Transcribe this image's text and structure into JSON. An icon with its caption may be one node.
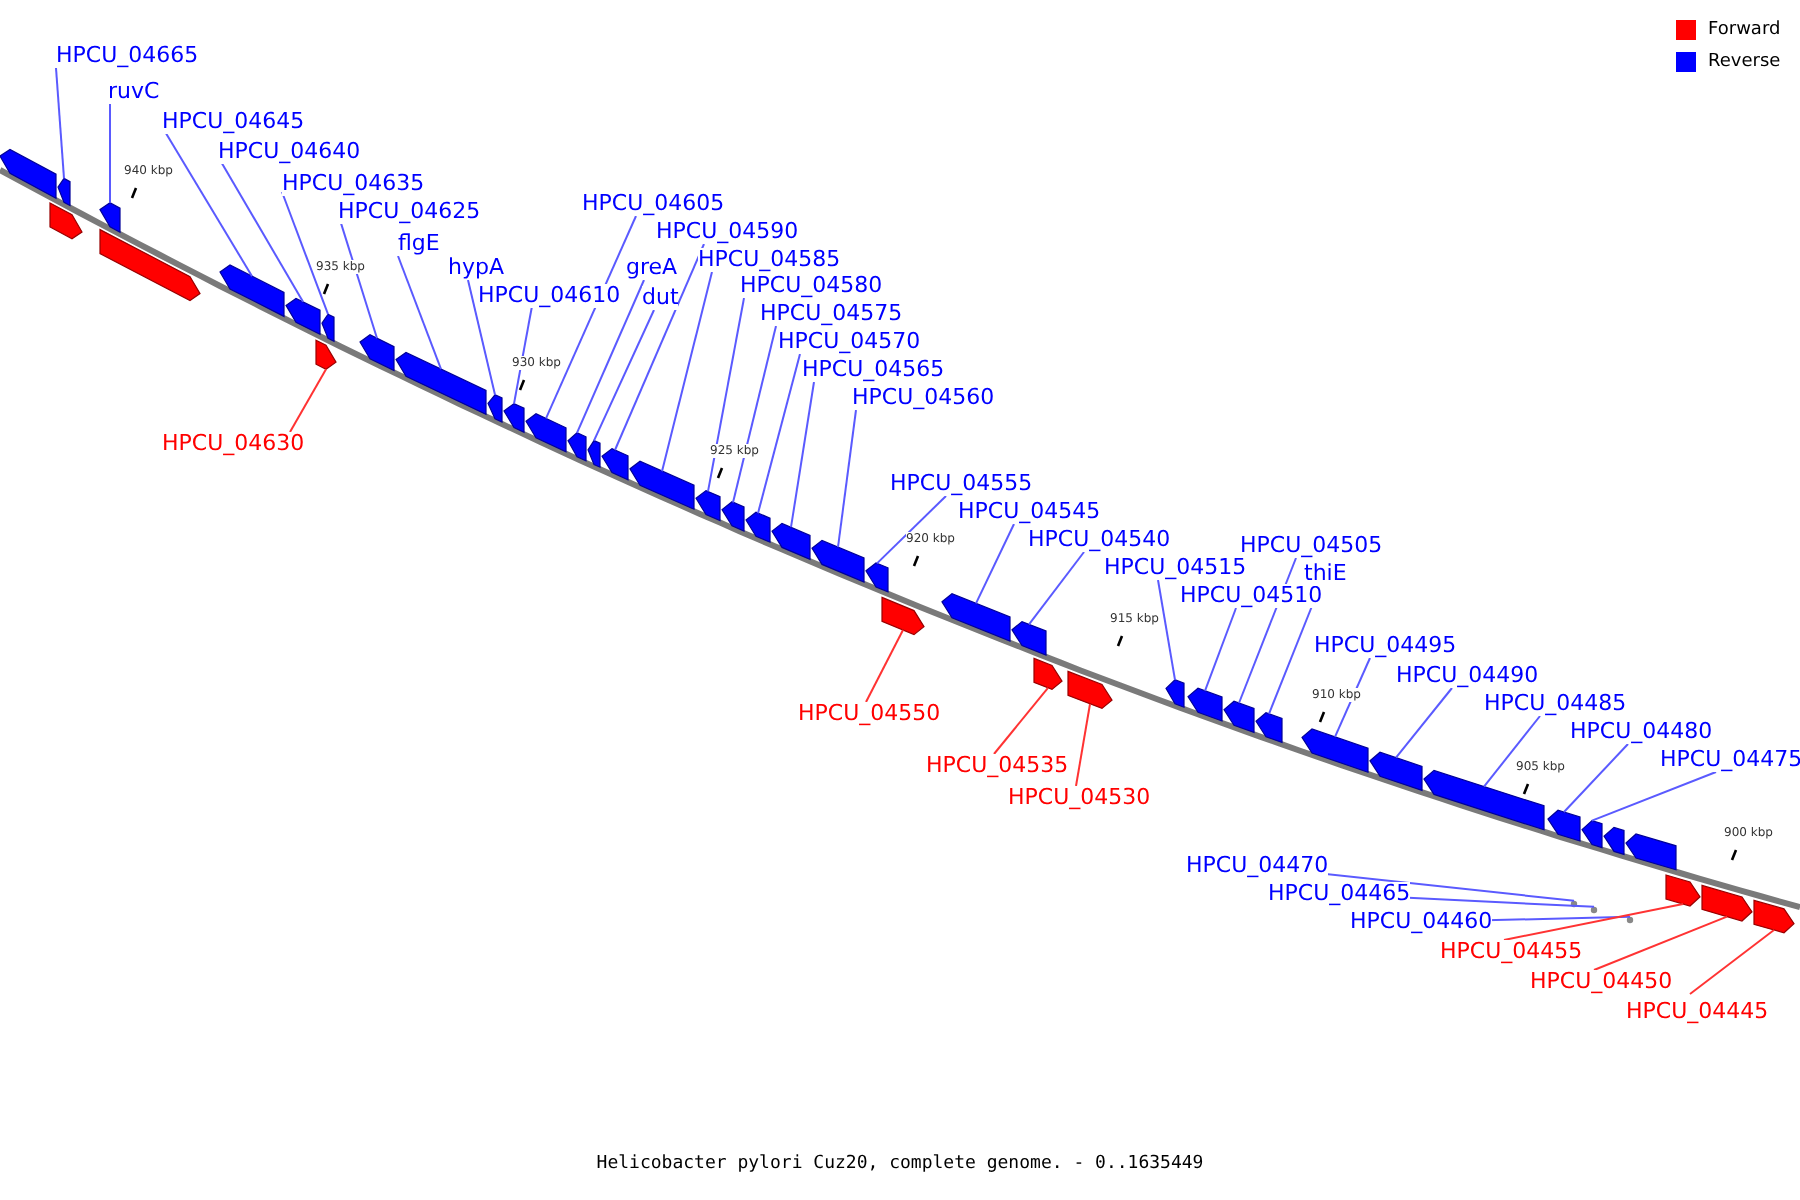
{
  "diagram": {
    "caption": "Helicobacter pylori Cuz20, complete genome. - 0..1635449",
    "nodes": [
      {
        "text": [
          "HPCU_04665"
        ]
      },
      {
        "text": [
          "ruvC"
        ]
      },
      {
        "text": [
          "HPCU_04645"
        ]
      },
      {
        "text": [
          "HPCU_04640"
        ]
      },
      {
        "text": [
          "HPCU_04635"
        ]
      },
      {
        "text": [
          "HPCU_04630"
        ]
      },
      {
        "text": [
          "HPCU_04625"
        ]
      },
      {
        "text": [
          "flgE"
        ]
      },
      {
        "text": [
          "hypA"
        ]
      },
      {
        "text": [
          "HPCU_04610"
        ]
      },
      {
        "text": [
          "HPCU_04605"
        ]
      },
      {
        "text": [
          "greA"
        ]
      },
      {
        "text": [
          "dut"
        ]
      },
      {
        "text": [
          "HPCU_04590"
        ]
      },
      {
        "text": [
          "HPCU_04585"
        ]
      },
      {
        "text": [
          "HPCU_04580"
        ]
      },
      {
        "text": [
          "HPCU_04575"
        ]
      },
      {
        "text": [
          "HPCU_04570"
        ]
      },
      {
        "text": [
          "HPCU_04565"
        ]
      },
      {
        "text": [
          "HPCU_04560"
        ]
      },
      {
        "text": [
          "HPCU_04555"
        ]
      },
      {
        "text": [
          "HPCU_04550"
        ]
      },
      {
        "text": [
          "HPCU_04545"
        ]
      },
      {
        "text": [
          "HPCU_04540"
        ]
      },
      {
        "text": [
          "HPCU_04535"
        ]
      },
      {
        "text": [
          "HPCU_04530"
        ]
      },
      {
        "text": [
          "HPCU_04515"
        ]
      },
      {
        "text": [
          "HPCU_04510"
        ]
      },
      {
        "text": [
          "HPCU_04505"
        ]
      },
      {
        "text": [
          "thiE"
        ]
      },
      {
        "text": [
          "HPCU_04495"
        ]
      },
      {
        "text": [
          "HPCU_04490"
        ]
      },
      {
        "text": [
          "HPCU_04485"
        ]
      },
      {
        "text": [
          "HPCU_04480"
        ]
      },
      {
        "text": [
          "HPCU_04475"
        ]
      },
      {
        "text": [
          "HPCU_04470"
        ]
      },
      {
        "text": [
          "HPCU_04465"
        ]
      },
      {
        "text": [
          "HPCU_04460"
        ]
      },
      {
        "text": [
          "HPCU_04455"
        ]
      },
      {
        "text": [
          "HPCU_04450"
        ]
      },
      {
        "text": [
          "HPCU_04445"
        ]
      },
      {
        "text": [],
        "shape": "bar"
      },
      {
        "text": [],
        "shape": "bar"
      },
      {
        "text": [],
        "shape": "bar"
      },
      {
        "text": [],
        "shape": "bar"
      },
      {
        "text": [],
        "shape": "bar"
      },
      {
        "text": [],
        "shape": "bar"
      },
      {
        "text": [],
        "shape": "bar"
      },
      {
        "text": [],
        "shape": "bar"
      },
      {
        "text": [],
        "shape": "bar"
      },
      {
        "text": [],
        "shape": "bar"
      },
      {
        "text": [],
        "shape": "bar"
      },
      {
        "text": [],
        "shape": "bar"
      },
      {
        "text": [],
        "shape": "bar"
      },
      {
        "text": [],
        "shape": "bar"
      },
      {
        "text": [],
        "shape": "bar"
      },
      {
        "text": [],
        "shape": "bar"
      },
      {
        "text": [],
        "shape": "bar"
      },
      {
        "text": [],
        "shape": "bar"
      },
      {
        "text": [],
        "shape": "bar"
      },
      {
        "text": [],
        "shape": "bar"
      },
      {
        "text": [],
        "shape": "bar"
      },
      {
        "text": [],
        "shape": "bar"
      },
      {
        "text": [],
        "shape": "bar"
      },
      {
        "text": [],
        "shape": "bar"
      },
      {
        "text": [],
        "shape": "bar"
      },
      {
        "text": [],
        "shape": "bar"
      },
      {
        "text": [],
        "shape": "bar"
      },
      {
        "text": [],
        "shape": "bar"
      },
      {
        "text": [],
        "shape": "bar"
      },
      {
        "text": [],
        "shape": "bar"
      },
      {
        "text": [],
        "shape": "bar"
      },
      {
        "text": [],
        "shape": "bar"
      },
      {
        "text": [],
        "shape": "bar"
      },
      {
        "text": [],
        "shape": "bar"
      },
      {
        "text": [],
        "shape": "bar"
      },
      {
        "text": [],
        "shape": "circle"
      },
      {
        "text": [],
        "shape": "circle"
      },
      {
        "text": [],
        "shape": "circle"
      },
      {
        "text": [],
        "shape": "bar"
      },
      {
        "text": [],
        "shape": "bar"
      },
      {
        "text": [],
        "shape": "bar"
      },
      {
        "text": [],
        "shape": "bar"
      },
      {
        "text": [],
        "shape": "bar"
      },
      {
        "text": [],
        "shape": "bar"
      },
      {
        "text": [],
        "shape": "bar"
      },
      {
        "text": [],
        "shape": "bar"
      }
    ],
    "edges": [
      {
        "from": 0,
        "to": 41,
        "arrow": "none"
      },
      {
        "from": 1,
        "to": 42,
        "arrow": "none"
      },
      {
        "from": 2,
        "to": 43,
        "arrow": "none"
      },
      {
        "from": 3,
        "to": 44,
        "arrow": "none"
      },
      {
        "from": 4,
        "to": 45,
        "arrow": "none"
      },
      {
        "from": 5,
        "to": 46,
        "arrow": "none",
        "color": "#ff3333"
      },
      {
        "from": 6,
        "to": 47,
        "arrow": "none"
      },
      {
        "from": 7,
        "to": 48,
        "arrow": "none"
      },
      {
        "from": 8,
        "to": 49,
        "arrow": "none"
      },
      {
        "from": 9,
        "to": 50,
        "arrow": "none"
      },
      {
        "from": 10,
        "to": 51,
        "arrow": "none"
      },
      {
        "from": 11,
        "to": 52,
        "arrow": "none"
      },
      {
        "from": 12,
        "to": 53,
        "arrow": "none"
      },
      {
        "from": 13,
        "to": 54,
        "arrow": "none"
      },
      {
        "from": 14,
        "to": 55,
        "arrow": "none"
      },
      {
        "from": 15,
        "to": 56,
        "arrow": "none"
      },
      {
        "from": 16,
        "to": 57,
        "arrow": "none"
      },
      {
        "from": 17,
        "to": 58,
        "arrow": "none"
      },
      {
        "from": 18,
        "to": 59,
        "arrow": "none"
      },
      {
        "from": 19,
        "to": 60,
        "arrow": "none"
      },
      {
        "from": 20,
        "to": 61,
        "arrow": "none"
      },
      {
        "from": 21,
        "to": 62,
        "arrow": "none",
        "color": "#ff3333"
      },
      {
        "from": 22,
        "to": 63,
        "arrow": "none"
      },
      {
        "from": 23,
        "to": 64,
        "arrow": "none"
      },
      {
        "from": 24,
        "to": 65,
        "arrow": "none",
        "color": "#ff3333"
      },
      {
        "from": 25,
        "to": 66,
        "arrow": "none",
        "color": "#ff3333"
      },
      {
        "from": 26,
        "to": 67,
        "arrow": "none"
      },
      {
        "from": 27,
        "to": 68,
        "arrow": "none"
      },
      {
        "from": 28,
        "to": 69,
        "arrow": "none"
      },
      {
        "from": 29,
        "to": 70,
        "arrow": "none"
      },
      {
        "from": 30,
        "to": 71,
        "arrow": "none"
      },
      {
        "from": 31,
        "to": 72,
        "arrow": "none"
      },
      {
        "from": 32,
        "to": 73,
        "arrow": "none"
      },
      {
        "from": 33,
        "to": 74,
        "arrow": "none"
      },
      {
        "from": 34,
        "to": 75,
        "arrow": "none"
      },
      {
        "from": 35,
        "to": 76,
        "arrow": "none"
      },
      {
        "from": 36,
        "to": 77,
        "arrow": "none"
      },
      {
        "from": 37,
        "to": 78,
        "arrow": "none"
      },
      {
        "from": 38,
        "to": 79,
        "arrow": "none",
        "color": "#ff3333"
      },
      {
        "from": 39,
        "to": 80,
        "arrow": "none",
        "color": "#ff3333"
      },
      {
        "from": 40,
        "to": 81,
        "arrow": "none",
        "color": "#ff3333"
      }
    ],
    "labels": [
      "940 kbp",
      "935 kbp",
      "930 kbp",
      "925 kbp",
      "920 kbp",
      "915 kbp",
      "910 kbp",
      "905 kbp",
      "900 kbp"
    ],
    "legend": [
      {
        "text": "Forward",
        "color": "#ff0000"
      },
      {
        "text": "Reverse",
        "color": "#0000ff"
      }
    ]
  }
}
